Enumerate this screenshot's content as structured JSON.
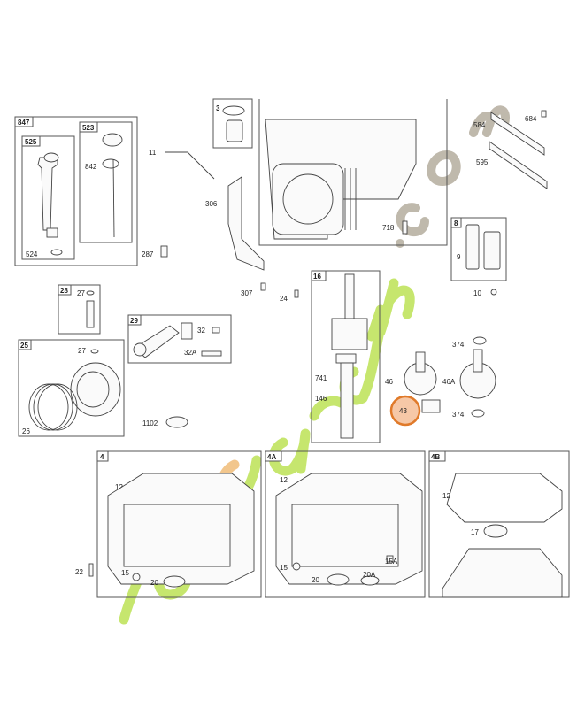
{
  "groups": [
    {
      "id": "847"
    },
    {
      "id": "525"
    },
    {
      "id": "523"
    },
    {
      "id": "3"
    },
    {
      "id": "28"
    },
    {
      "id": "29"
    },
    {
      "id": "25"
    },
    {
      "id": "16"
    },
    {
      "id": "8"
    },
    {
      "id": "4"
    },
    {
      "id": "4A"
    },
    {
      "id": "4B"
    }
  ],
  "labels": [
    "524",
    "842",
    "11",
    "306",
    "287",
    "307",
    "24",
    "27",
    "32",
    "32A",
    "27",
    "26",
    "1102",
    "718",
    "584",
    "684",
    "595",
    "9",
    "10",
    "741",
    "146",
    "46",
    "46A",
    "374",
    "374",
    "12",
    "15",
    "20",
    "22",
    "12",
    "15",
    "20",
    "15A",
    "20A",
    "12",
    "17",
    "43"
  ],
  "highlight": {
    "label": "43",
    "color": "#e07a2a"
  },
  "watermark": {
    "text": "forjardin.com",
    "colors": [
      "#b8e04a",
      "#f0b870",
      "#b0a898"
    ]
  }
}
